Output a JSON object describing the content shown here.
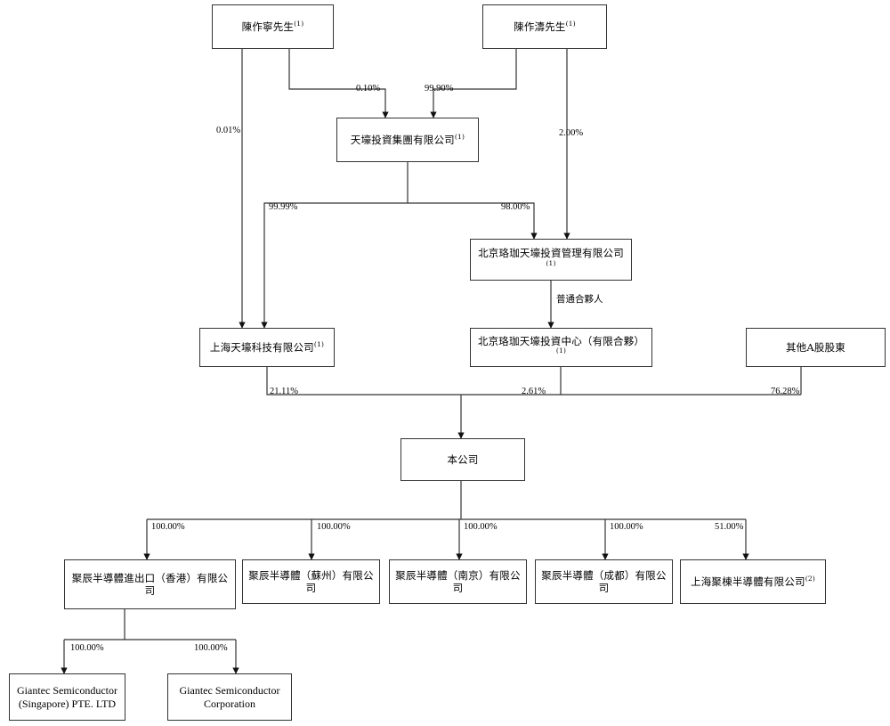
{
  "diagram": {
    "title": "Shareholding Structure Chart",
    "type": "org-chart",
    "line_color": "#333333",
    "background": "#ffffff"
  },
  "nodes": {
    "chen_zuoning": {
      "label": "陳作寧先生",
      "sup": "(1)"
    },
    "chen_zuotao": {
      "label": "陳作濤先生",
      "sup": "(1)"
    },
    "tianhao_investment_group": {
      "label": "天壕投資集團有限公司",
      "sup": "(1)"
    },
    "beijing_luojia_tianhao_mgmt": {
      "label": "北京珞珈天壕投資管理有限公司",
      "sup": "(1)"
    },
    "shanghai_tianhao_tech": {
      "label": "上海天壕科技有限公司",
      "sup": "(1)"
    },
    "beijing_luojia_tianhao_center": {
      "label": "北京珞珈天壕投資中心（有限合夥）",
      "sup": "(1)"
    },
    "other_a_share_holders": {
      "label": "其他A股股東",
      "sup": ""
    },
    "the_company": {
      "label": "本公司",
      "sup": ""
    },
    "giantec_hk": {
      "label": "聚辰半導體進出口（香港）有限公司",
      "sup": ""
    },
    "giantec_suzhou": {
      "label": "聚辰半導體（蘇州）有限公司",
      "sup": ""
    },
    "giantec_nanjing": {
      "label": "聚辰半導體（南京）有限公司",
      "sup": ""
    },
    "giantec_chengdu": {
      "label": "聚辰半導體（成都）有限公司",
      "sup": ""
    },
    "shanghai_judong": {
      "label": "上海聚棟半導體有限公司",
      "sup": "(2)"
    },
    "giantec_singapore": {
      "label": "Giantec Semiconductor (Singapore) PTE. LTD",
      "sup": ""
    },
    "giantec_corporation": {
      "label": "Giantec Semiconductor Corporation",
      "sup": ""
    }
  },
  "edge_labels": {
    "chen_zuoning_to_shanghai_tianhao": "0.01%",
    "chen_zuoning_to_group": "0.10%",
    "chen_zuotao_to_group": "99.90%",
    "chen_zuotao_to_beijing_mgmt": "2.00%",
    "group_to_shanghai_tianhao": "99.99%",
    "group_to_beijing_mgmt": "98.00%",
    "beijing_mgmt_to_center": "普通合夥人",
    "shanghai_tianhao_to_company": "21.11%",
    "center_to_company": "2.61%",
    "other_a_share_to_company": "76.28%",
    "company_to_hk": "100.00%",
    "company_to_suzhou": "100.00%",
    "company_to_nanjing": "100.00%",
    "company_to_chengdu": "100.00%",
    "company_to_judong": "51.00%",
    "hk_to_singapore": "100.00%",
    "hk_to_corporation": "100.00%"
  }
}
